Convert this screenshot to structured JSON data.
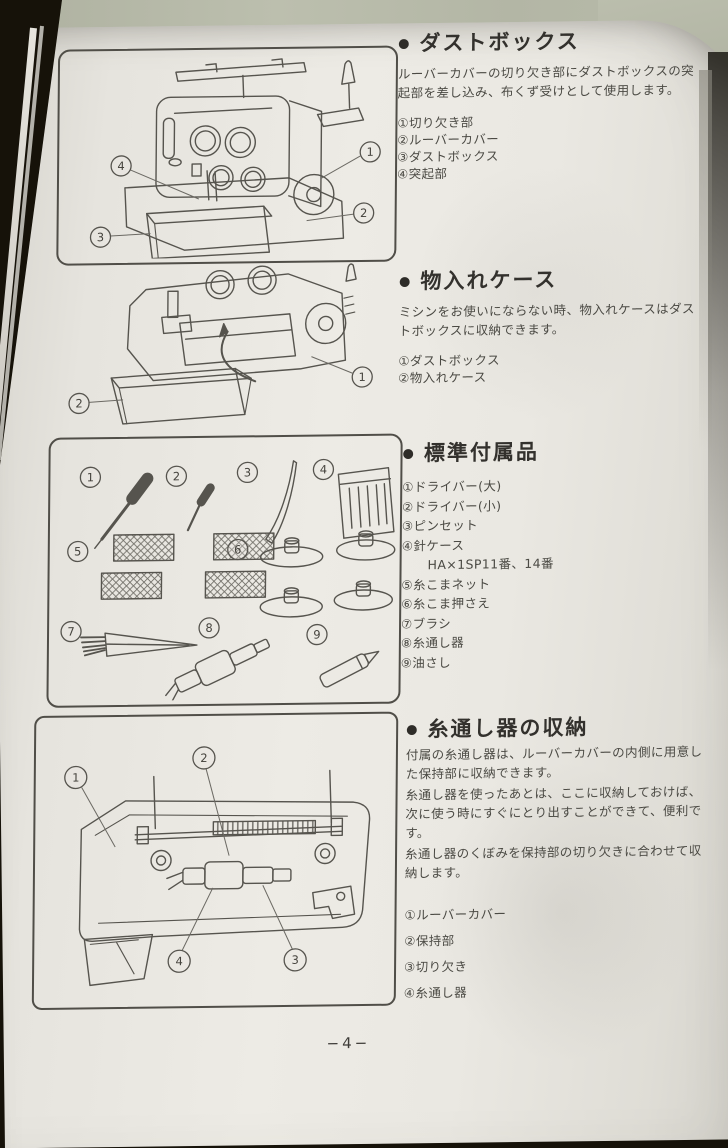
{
  "bullet": "●",
  "page_number": "−4−",
  "sections": {
    "dust_box": {
      "title": "ダストボックス",
      "body": "ルーバーカバーの切り欠き部にダストボックスの突起部を差し込み、布くず受けとして使用します。",
      "items": [
        "①切り欠き部",
        "②ルーバーカバー",
        "③ダストボックス",
        "④突起部"
      ]
    },
    "storage_case": {
      "title": "物入れケース",
      "body": "ミシンをお使いにならない時、物入れケースはダストボックスに収納できます。",
      "items": [
        "①ダストボックス",
        "②物入れケース"
      ]
    },
    "accessories": {
      "title": "標準付属品",
      "items": [
        "①ドライバー(大)",
        "②ドライバー(小)",
        "③ピンセット",
        "④針ケース",
        "HA×1SP11番、14番",
        "⑤糸こまネット",
        "⑥糸こま押さえ",
        "⑦ブラシ",
        "⑧糸通し器",
        "⑨油さし"
      ]
    },
    "threader_storage": {
      "title": "糸通し器の収納",
      "body1": "付属の糸通し器は、ルーバーカバーの内側に用意した保持部に収納できます。",
      "body2": "糸通し器を使ったあとは、ここに収納しておけば、次に使う時にすぐにとり出すことができて、便利です。",
      "body3": "糸通し器のくぼみを保持部の切り欠きに合わせて収納します。",
      "items": [
        "①ルーバーカバー",
        "②保持部",
        "③切り欠き",
        "④糸通し器"
      ]
    }
  },
  "diagrams": {
    "dust_box": {
      "callouts": [
        "1",
        "2",
        "3",
        "4"
      ]
    },
    "storage_case": {
      "callouts": [
        "1",
        "2"
      ]
    },
    "accessories": {
      "callouts": [
        "1",
        "2",
        "3",
        "4",
        "5",
        "6",
        "7",
        "8",
        "9"
      ]
    },
    "threader": {
      "callouts": [
        "1",
        "2",
        "3",
        "4"
      ]
    }
  }
}
